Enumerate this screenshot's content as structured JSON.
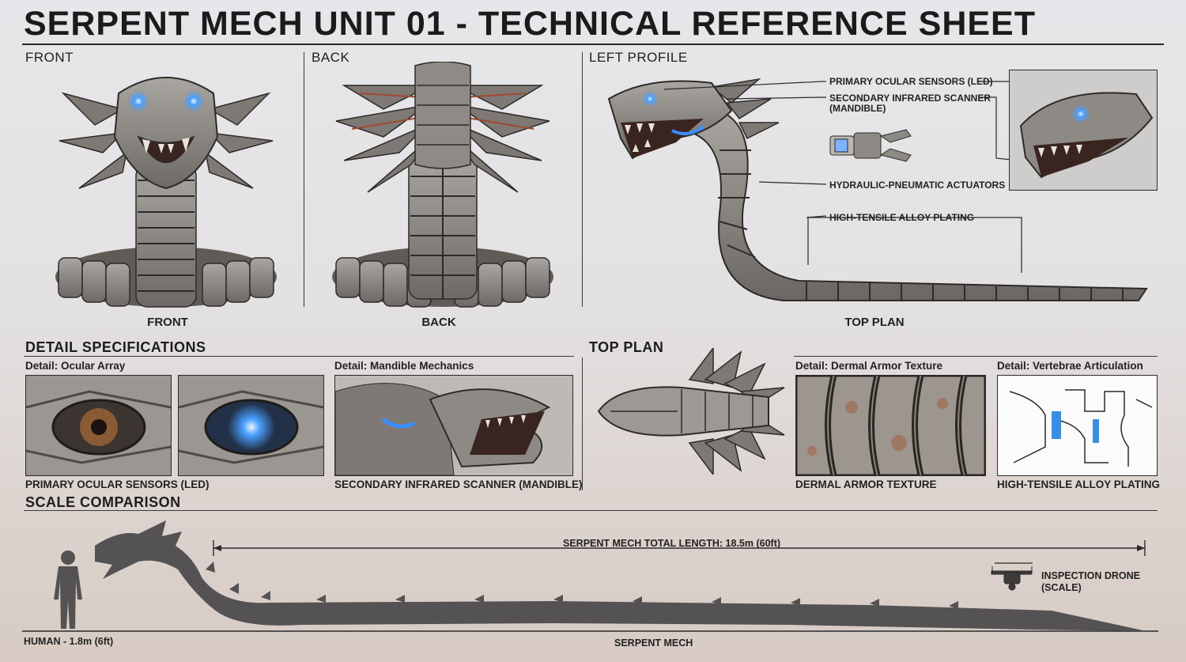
{
  "title": "SERPENT MECH UNIT 01 - TECHNICAL REFERENCE SHEET",
  "views": {
    "front_heading": "FRONT",
    "back_heading": "BACK",
    "left_heading": "LEFT PROFILE",
    "front_caption": "FRONT",
    "back_caption": "BACK",
    "profile_caption": "TOP PLAN"
  },
  "callouts": [
    {
      "text": "PRIMARY OCULAR SENSORS (LED)"
    },
    {
      "text": "SECONDARY INFRARED SCANNER"
    },
    {
      "text": "(MANDIBLE)"
    },
    {
      "text": "HYDRAULIC-PNEUMATIC ACTUATORS"
    },
    {
      "text": "HIGH-TENSILE ALLOY PLATING"
    }
  ],
  "details": {
    "heading": "DETAIL SPECIFICATIONS",
    "ocular_label": "Detail: Ocular Array",
    "ocular_caption": "PRIMARY OCULAR SENSORS (LED)",
    "mandible_label": "Detail: Mandible Mechanics",
    "mandible_caption": "SECONDARY INFRARED SCANNER (MANDIBLE)",
    "top_plan_heading": "TOP PLAN",
    "dermal_label": "Detail: Dermal Armor Texture",
    "dermal_caption": "DERMAL ARMOR TEXTURE",
    "vertebrae_label": "Detail: Vertebrae Articulation",
    "vertebrae_caption": "HIGH-TENSILE ALLOY PLATING"
  },
  "scale": {
    "heading": "SCALE COMPARISON",
    "length_label": "SERPENT MECH TOTAL LENGTH: 18.5m (60ft)",
    "drone_label_1": "INSPECTION DRONE",
    "drone_label_2": "(SCALE)",
    "human_label": "HUMAN - 1.8m (6ft)",
    "mech_label": "SERPENT MECH",
    "human_height_m": 1.8,
    "mech_length_m": 18.5
  },
  "colors": {
    "ink": "#1f1f1f",
    "metal": "#8d8a86",
    "metal_dark": "#4e4a47",
    "rust": "#a04a32",
    "led_blue": "#3a8dff",
    "silhouette": "#545253"
  }
}
